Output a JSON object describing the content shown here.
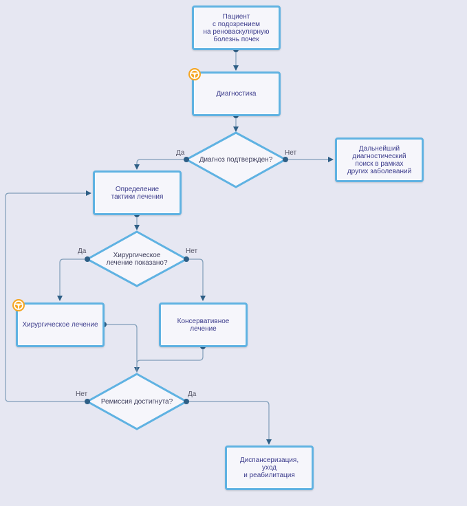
{
  "colors": {
    "background": "#e6e7f2",
    "node_border": "#5fb2e2",
    "node_fill": "#f6f6fb",
    "node_text": "#3c3c8c",
    "connector": "#7f9db8",
    "dot": "#2e5f86",
    "badge": "#f5a623"
  },
  "nodes": {
    "patient": "Пациент\nс подозрением\nна реноваскулярную\nболезнь почек",
    "diagnostics": "Диагностика",
    "diagnosis_confirmed": "Диагноз подтвержден?",
    "further_search": "Дальнейший\nдиагностический\nпоиск в рамках\nдругих заболеваний",
    "tactics": "Определение\nтактики лечения",
    "surgery_indicated": "Хирургическое\nлечение показано?",
    "surgical_treatment": "Хирургическое лечение",
    "conservative_treatment": "Консервативное лечение",
    "remission": "Ремиссия достигнута?",
    "followup": "Диспансеризация,\nуход\nи реабилитация"
  },
  "edge_labels": {
    "diag_yes": "Да",
    "diag_no": "Нет",
    "surg_yes": "Да",
    "surg_no": "Нет",
    "rem_no": "Нет",
    "rem_yes": "Да"
  },
  "icons": {
    "diagnostics_badge": "steering-wheel-icon",
    "surgical_badge": "steering-wheel-icon"
  }
}
